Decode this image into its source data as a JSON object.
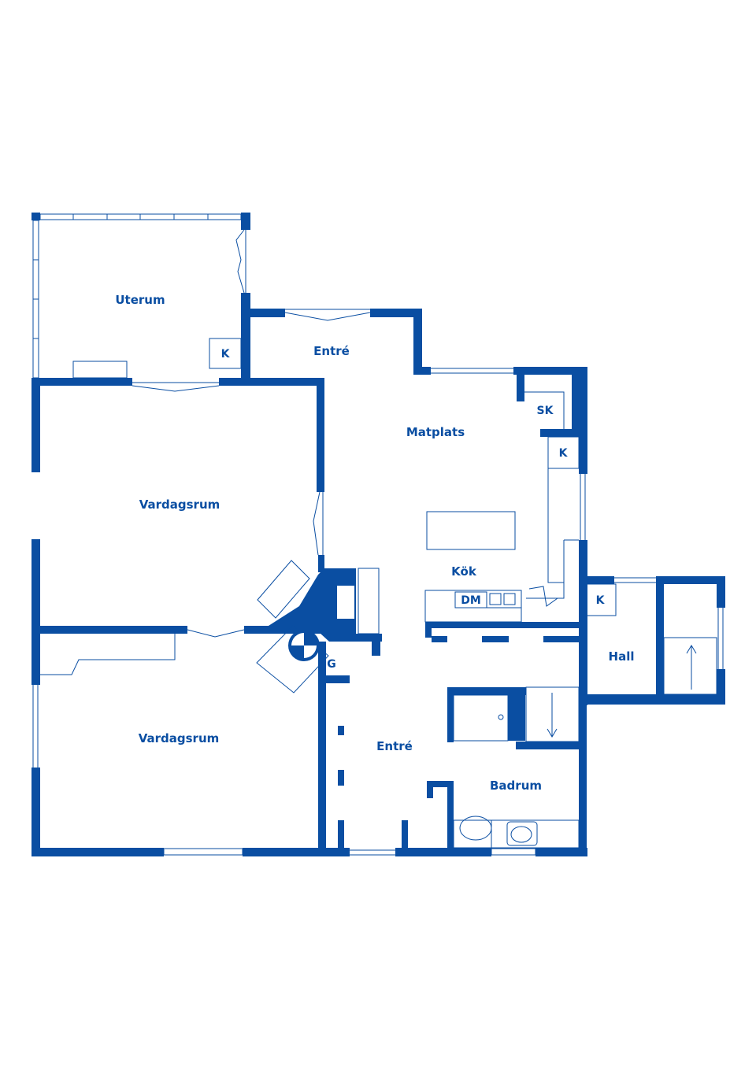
{
  "colors": {
    "wall": "#0a4ea2",
    "background": "#ffffff"
  },
  "rooms": {
    "uterum": "Uterum",
    "entre_top": "Entré",
    "matplats": "Matplats",
    "vardagsrum_upper": "Vardagsrum",
    "vardagsrum_lower": "Vardagsrum",
    "kok": "Kök",
    "hall": "Hall",
    "entre_bottom": "Entré",
    "badrum": "Badrum"
  },
  "fixtures": {
    "k_uterum": "K",
    "sk": "SK",
    "k_kitchen": "K",
    "dm": "DM",
    "k_hall": "K",
    "g": "G"
  }
}
